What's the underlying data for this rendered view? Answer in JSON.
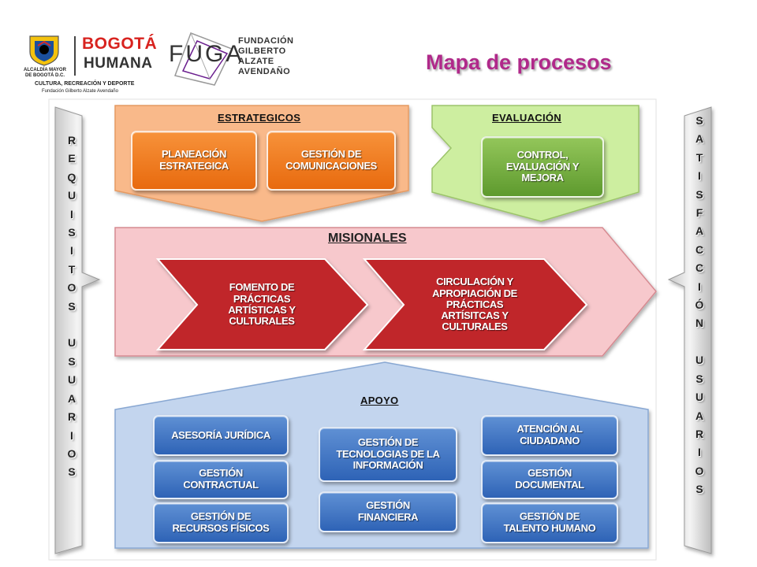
{
  "header": {
    "alcaldia_line1": "ALCALDÍA MAYOR",
    "alcaldia_line2": "DE BOGOTÁ D.C.",
    "culture_line": "CULTURA, RECREACIÓN Y DEPORTE",
    "foundation_line": "Fundación Gilberto Alzate Avendaño",
    "bogota_line1": "BOGOTÁ",
    "bogota_line2": "HUMANA",
    "fuga_logo": "FUGA",
    "fuga_name": [
      "FUNDACIÓN",
      "GILBERTO",
      "ALZATE",
      "AVENDAÑO"
    ]
  },
  "title": "Mapa de procesos",
  "left_arrow": {
    "word1": "REQUISITOS",
    "word2": "USUARIOS"
  },
  "right_arrow": {
    "word1": "SATISFACCIÓN",
    "word2": "USUARIOS"
  },
  "estrategicos": {
    "label": "ESTRATEGICOS",
    "boxes": [
      {
        "line1": "PLANEACIÓN",
        "line2": "ESTRATEGICA"
      },
      {
        "line1": "GESTIÓN DE",
        "line2": "COMUNICACIONES"
      }
    ]
  },
  "evaluacion": {
    "label": "EVALUACIÓN",
    "box": {
      "line1": "CONTROL,",
      "line2": "EVALUACIÓN Y",
      "line3": "MEJORA"
    }
  },
  "misionales": {
    "label": "MISIONALES",
    "chevrons": [
      {
        "lines": [
          "FOMENTO DE",
          "PRÁCTICAS",
          "ARTÍSTICAS Y",
          "CULTURALES"
        ]
      },
      {
        "lines": [
          "CIRCULACIÓN Y",
          "APROPIACIÓN DE",
          "PRÁCTICAS",
          "ARTÍSITCAS Y",
          "CULTURALES"
        ]
      }
    ]
  },
  "apoyo": {
    "label": "APOYO",
    "left": [
      {
        "line1": "ASESORÍA JURÍDICA",
        "line2": ""
      },
      {
        "line1": "GESTIÓN",
        "line2": "CONTRACTUAL"
      },
      {
        "line1": "GESTIÓN DE",
        "line2": "RECURSOS FÍSICOS"
      }
    ],
    "center": [
      {
        "line1": "GESTIÓN DE",
        "line2": "TECNOLOGIAS DE LA",
        "line3": "INFORMACIÓN"
      },
      {
        "line1": "GESTIÓN",
        "line2": "FINANCIERA",
        "line3": ""
      }
    ],
    "right": [
      {
        "line1": "ATENCIÓN AL",
        "line2": "CIUDADANO"
      },
      {
        "line1": "GESTIÓN",
        "line2": "DOCUMENTAL"
      },
      {
        "line1": "GESTIÓN DE",
        "line2": "TALENTO HUMANO"
      }
    ]
  },
  "colors": {
    "title": "#b0298a",
    "estrategicos_bg": "#f9b98a",
    "evaluacion_bg": "#cdeea0",
    "misionales_bg": "#f7c8cc",
    "apoyo_bg": "#c3d5ee",
    "chevron_red": "#c0282c"
  }
}
